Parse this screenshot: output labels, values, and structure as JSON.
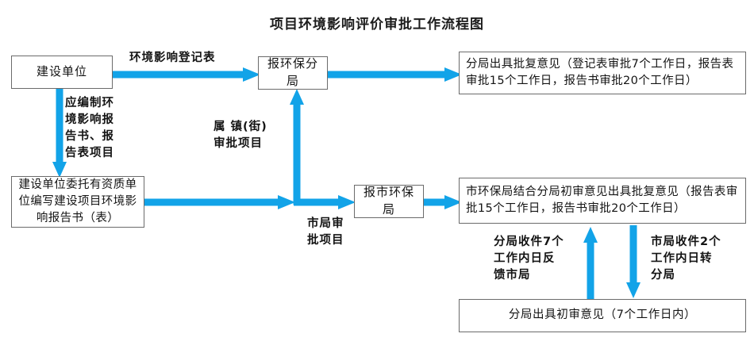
{
  "page": {
    "title": "项目环境影响评价审批工作流程图",
    "accent_color": "#12a3e8",
    "box_border_color": "#6b6b6b",
    "text_color": "#141414",
    "background": "#ffffff"
  },
  "nodes": {
    "construction_unit": "建设单位",
    "entrust_qualified_unit": "建设单位委托有资质单位编写建设项目环境影响报告书（表）",
    "report_branch_bureau": "报环保分局",
    "report_city_bureau": "报市环保局",
    "branch_reply_opinion": "分局出具批复意见（登记表审批7个工作日，报告表审批15个工作日，报告书审批20个工作日）",
    "city_reply_opinion": "市环保局结合分局初审意见出具批复意见（报告表审批15个工作日，报告书审批20个工作日）",
    "branch_initial_opinion": "分局出具初审意见（7个工作日内）"
  },
  "labels": {
    "registration_form": "环境影响登记表",
    "should_prepare_report": "应编制环\n境影响报\n告书、报\n告表项目",
    "town_street_approval": "属 镇(街)\n审批项目",
    "city_bureau_approval": "市局审\n批项目",
    "branch_receive_feedback": "分局收件7个\n工作内日反\n馈市局",
    "city_receive_transfer": "市局收件2个\n工作内日转\n分局"
  },
  "arrows": [
    {
      "name": "arrow-construction-to-branch",
      "direction": "right"
    },
    {
      "name": "arrow-construction-down-to-entrust",
      "direction": "down"
    },
    {
      "name": "arrow-entrust-to-junction",
      "direction": "right"
    },
    {
      "name": "arrow-junction-up-to-branch",
      "direction": "up"
    },
    {
      "name": "arrow-junction-to-city-bureau",
      "direction": "right"
    },
    {
      "name": "arrow-branch-to-reply",
      "direction": "right"
    },
    {
      "name": "arrow-city-bureau-to-city-reply",
      "direction": "right"
    },
    {
      "name": "arrow-initial-opinion-up-to-city-reply",
      "direction": "up"
    },
    {
      "name": "arrow-city-reply-down-to-initial-opinion",
      "direction": "down"
    }
  ]
}
